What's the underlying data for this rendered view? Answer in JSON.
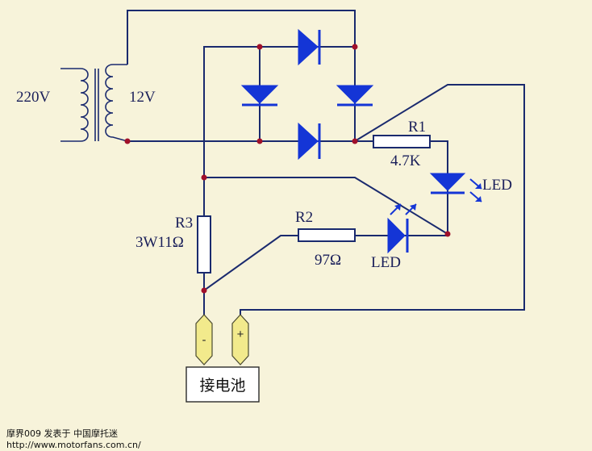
{
  "labels": {
    "primary_voltage": "220V",
    "secondary_voltage": "12V",
    "r1_name": "R1",
    "r1_value": "4.7K",
    "r2_name": "R2",
    "r2_value": "97Ω",
    "r3_name": "R3",
    "r3_value": "3W11Ω",
    "led1": "LED",
    "led2": "LED",
    "neg_terminal": "-",
    "pos_terminal": "+",
    "battery_box": "接电池"
  },
  "watermark": {
    "line1": "摩界009 发表于 中国摩托迷",
    "line2": "http://www.motorfans.com.cn/"
  },
  "colors": {
    "wire": "#1a2a6e",
    "diode": "#1435d6",
    "node": "#a0102a",
    "terminal": "#f2ea8c",
    "background": "#f7f3da"
  }
}
